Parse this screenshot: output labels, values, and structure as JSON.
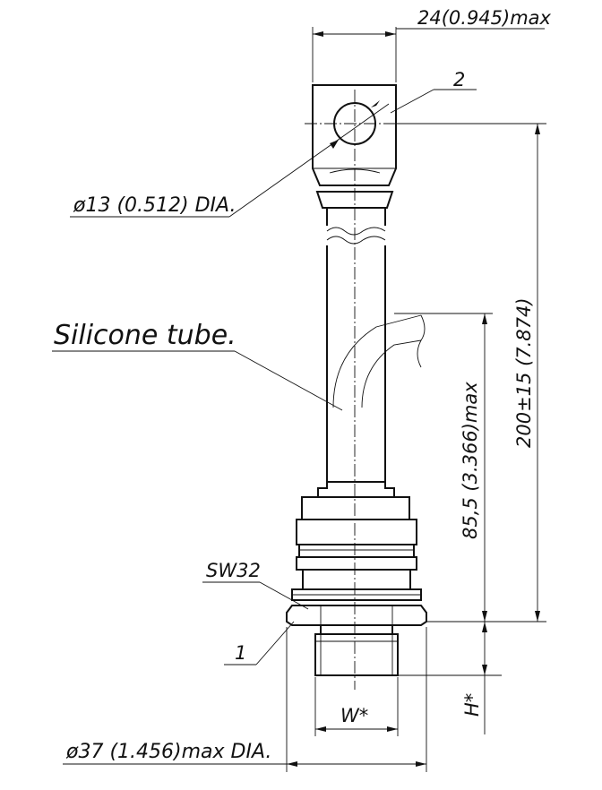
{
  "labels": {
    "width_max": "24(0.945)max",
    "callout_2": "2",
    "hole_dia": "ø13 (0.512) DIA.",
    "tube": "Silicone tube.",
    "total_length": "200±15 (7.874)",
    "body_length": "85,5 (3.366)max",
    "hex": "SW32",
    "callout_1": "1",
    "thread": "W*",
    "height": "H*",
    "base_dia": "ø37 (1.456)max DIA."
  },
  "colors": {
    "line": "#111111",
    "background": "#ffffff"
  }
}
